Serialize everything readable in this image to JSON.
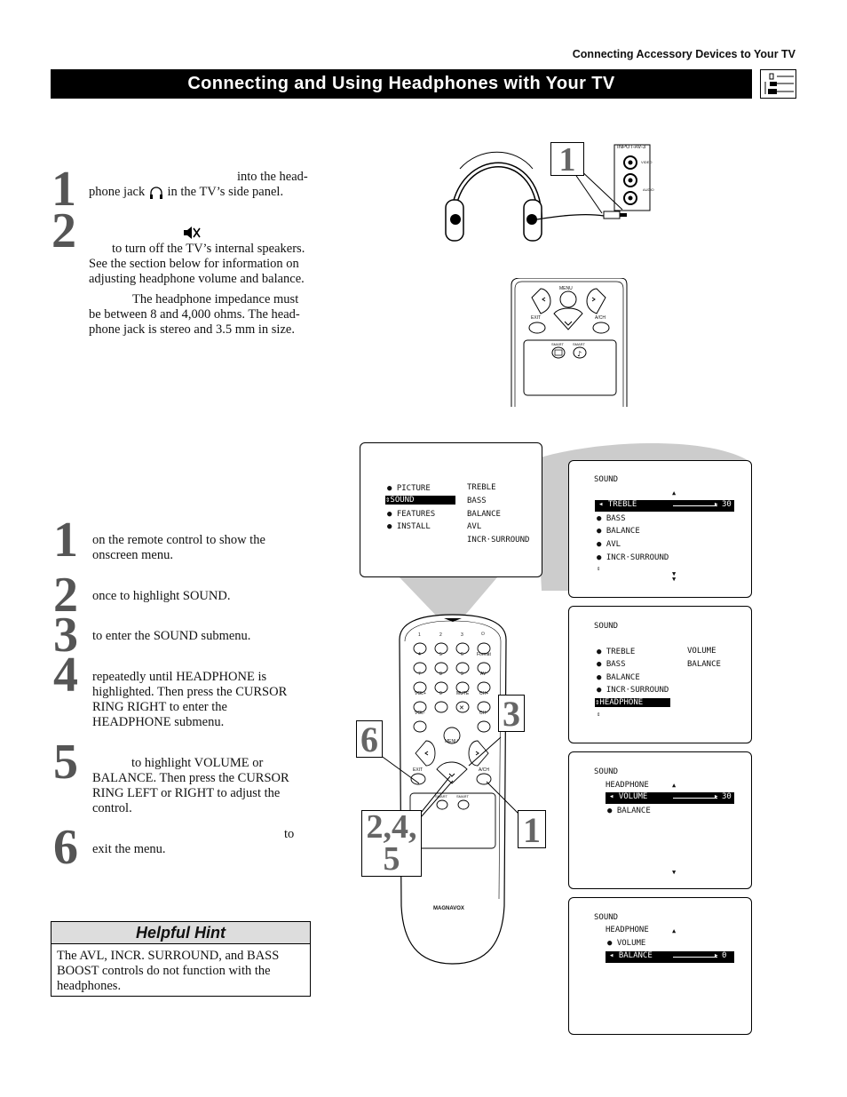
{
  "header": {
    "running_head": "Connecting Accessory Devices to Your TV",
    "title": "Connecting and Using Headphones with Your TV"
  },
  "top_steps": [
    {
      "num": "1",
      "text_l1": "into the head-",
      "text_l2": "phone jack",
      "text_l2b": "in the TV’s side panel."
    },
    {
      "num": "2",
      "lines": [
        "to turn off the TV’s internal speakers.",
        "See the section below for information on",
        "adjusting headphone volume and balance."
      ]
    }
  ],
  "impedance_note": [
    "The headphone impedance must",
    "be between 8 and 4,000 ohms. The head-",
    "phone jack is stereo and 3.5 mm in size."
  ],
  "bottom_steps": [
    {
      "num": "1",
      "lines": [
        "on the remote control to show the",
        "onscreen menu."
      ]
    },
    {
      "num": "2",
      "lines": [
        "once to highlight SOUND."
      ]
    },
    {
      "num": "3",
      "lines": [
        "to enter the SOUND submenu."
      ]
    },
    {
      "num": "4",
      "lines": [
        "repeatedly until HEADPHONE is",
        "highlighted. Then press the CURSOR",
        "RING RIGHT to enter the",
        "HEADPHONE submenu."
      ]
    },
    {
      "num": "5",
      "lines": [
        "to highlight VOLUME or",
        "BALANCE. Then press the CURSOR",
        "RING LEFT or RIGHT to adjust the",
        "control."
      ]
    },
    {
      "num": "6",
      "line_a": "to",
      "line_b": "exit the menu."
    }
  ],
  "hint": {
    "title": "Helpful Hint",
    "lines": [
      "The AVL, INCR. SURROUND, and BASS",
      "BOOST controls do not function with the",
      "headphones."
    ]
  },
  "figure_labels": {
    "callout_1_top": "1",
    "input_label": "INPUT-AV-3",
    "video": "VIDEO",
    "audio": "AUDIO",
    "menu": "MENU",
    "exit": "EXIT",
    "ach": "A/CH",
    "smart": "SMART",
    "brand": "MAGNAVOX",
    "callout_6": "6",
    "callout_3": "3",
    "callout_245": "2,4,\n5",
    "callout_1": "1",
    "keypad": [
      "1",
      "2",
      "3",
      "⏻",
      "4",
      "5",
      "6",
      "Format",
      "7",
      "8",
      "9",
      "AV",
      "VOL+",
      "0",
      "MUTE",
      "CH+",
      "VOL-",
      "",
      "",
      "CH-"
    ]
  },
  "main_menu": {
    "left": [
      "PICTURE",
      "SOUND",
      "FEATURES",
      "INSTALL"
    ],
    "right": [
      "TREBLE",
      "BASS",
      "BALANCE",
      "AVL",
      "INCR·SURROUND"
    ]
  },
  "osd1": {
    "title": "SOUND",
    "items": [
      "TREBLE",
      "BASS",
      "BALANCE",
      "AVL",
      "INCR·SURROUND"
    ],
    "value": "30"
  },
  "osd2": {
    "title": "SOUND",
    "items": [
      "TREBLE",
      "BASS",
      "BALANCE",
      "INCR·SURROUND",
      "HEADPHONE"
    ],
    "right": [
      "VOLUME",
      "BALANCE"
    ]
  },
  "osd3": {
    "title": "SOUND",
    "sub": "HEADPHONE",
    "items": [
      "VOLUME",
      "BALANCE"
    ],
    "value": "30"
  },
  "osd4": {
    "title": "SOUND",
    "sub": "HEADPHONE",
    "items": [
      "VOLUME",
      "BALANCE"
    ],
    "value": "0"
  }
}
